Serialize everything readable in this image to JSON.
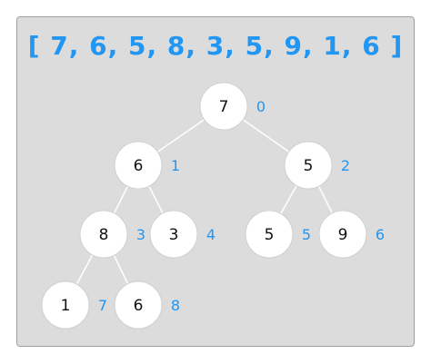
{
  "title": "[ 7, 6, 5, 8, 3, 5, 9, 1, 6 ]",
  "colors": {
    "panel": "#dcdcdc",
    "accent": "#2196f3",
    "node_fill": "#ffffff",
    "node_stroke": "#cfcfcf",
    "edge": "#ffffff",
    "text": "#111111"
  },
  "nodes": [
    {
      "value": "7",
      "index": "0"
    },
    {
      "value": "6",
      "index": "1"
    },
    {
      "value": "5",
      "index": "2"
    },
    {
      "value": "8",
      "index": "3"
    },
    {
      "value": "3",
      "index": "4"
    },
    {
      "value": "5",
      "index": "5"
    },
    {
      "value": "9",
      "index": "6"
    },
    {
      "value": "1",
      "index": "7"
    },
    {
      "value": "6",
      "index": "8"
    }
  ],
  "edges": [
    [
      0,
      1
    ],
    [
      0,
      2
    ],
    [
      1,
      3
    ],
    [
      1,
      4
    ],
    [
      2,
      5
    ],
    [
      2,
      6
    ],
    [
      3,
      7
    ],
    [
      3,
      8
    ]
  ]
}
